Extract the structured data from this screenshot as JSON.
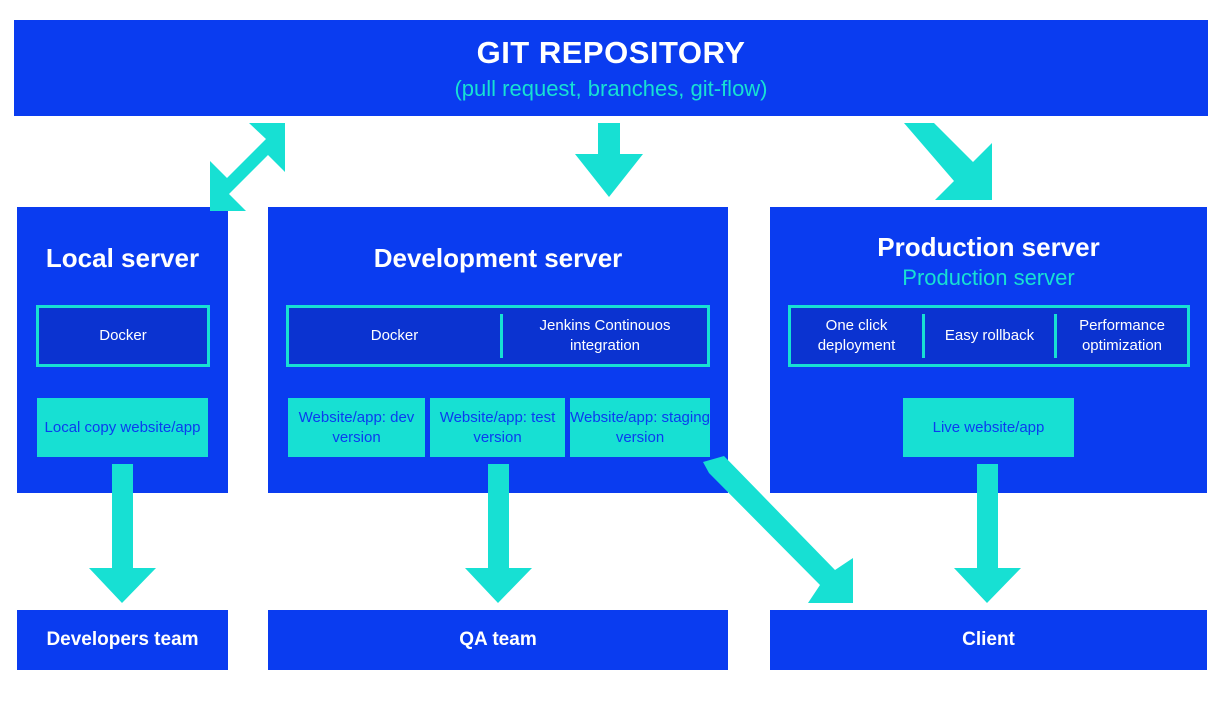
{
  "repo": {
    "title": "GIT REPOSITORY",
    "subtitle": "(pull request, branches, git-flow)"
  },
  "local": {
    "title": "Local server",
    "docker": "Docker",
    "copy": "Local copy website/app"
  },
  "dev": {
    "title": "Development server",
    "docker": "Docker",
    "jenkins": "Jenkins Continouos integration",
    "dev_version": "Website/app: dev version",
    "test_version": "Website/app: test version",
    "staging_version": "Website/app: staging version"
  },
  "prod": {
    "title": "Production server",
    "subtitle": "Production server",
    "one_click": "One click deployment",
    "rollback": "Easy rollback",
    "performance": "Performance optimization",
    "live": "Live website/app"
  },
  "teams": {
    "developers": "Developers team",
    "qa": "QA  team",
    "client": "Client"
  },
  "colors": {
    "blue": "#0a3cf0",
    "teal": "#17e0d3"
  }
}
